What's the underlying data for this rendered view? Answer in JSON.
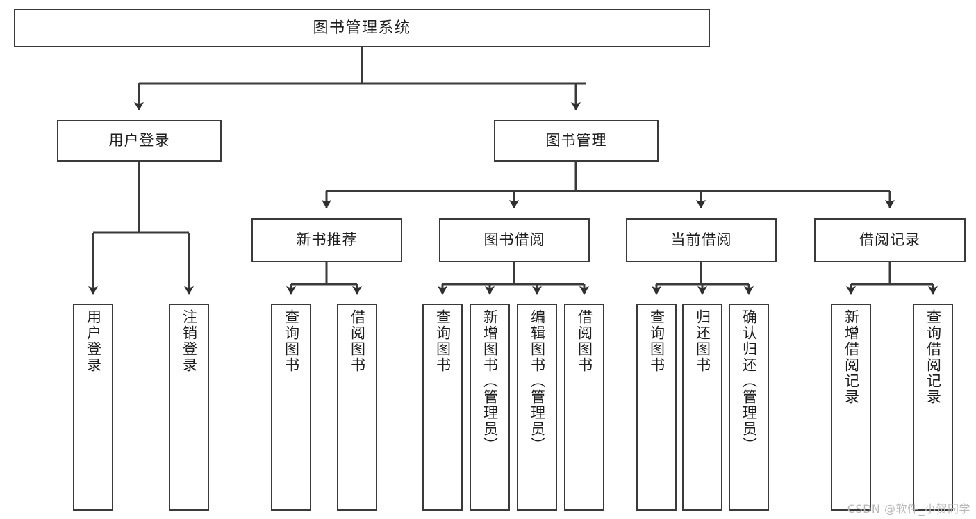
{
  "diagram": {
    "title": "图书管理系统",
    "type": "tree",
    "watermark": "CSDN @软件_小贺同学",
    "colors": {
      "stroke": "#3a3a3a",
      "fill": "#ffffff",
      "text": "#1d1d1d",
      "watermark": "#b9b9b9"
    },
    "nodes": {
      "root": {
        "label": "图书管理系统"
      },
      "level2": [
        {
          "label": "用户登录"
        },
        {
          "label": "图书管理"
        }
      ],
      "level3": [
        {
          "label": "新书推荐"
        },
        {
          "label": "图书借阅"
        },
        {
          "label": "当前借阅"
        },
        {
          "label": "借阅记录"
        }
      ],
      "leaves": {
        "user_login": [
          {
            "label": "用户登录"
          },
          {
            "label": "注销登录"
          }
        ],
        "new_book_recommend": [
          {
            "label": "查询图书"
          },
          {
            "label": "借阅图书"
          }
        ],
        "book_borrow": [
          {
            "label": "查询图书"
          },
          {
            "label": "新增图书（管理员）"
          },
          {
            "label": "编辑图书（管理员）"
          },
          {
            "label": "借阅图书"
          }
        ],
        "current_borrow": [
          {
            "label": "查询图书"
          },
          {
            "label": "归还图书"
          },
          {
            "label": "确认归还（管理员）"
          }
        ],
        "borrow_record": [
          {
            "label": "新增借阅记录"
          },
          {
            "label": "查询借阅记录"
          }
        ]
      }
    }
  }
}
